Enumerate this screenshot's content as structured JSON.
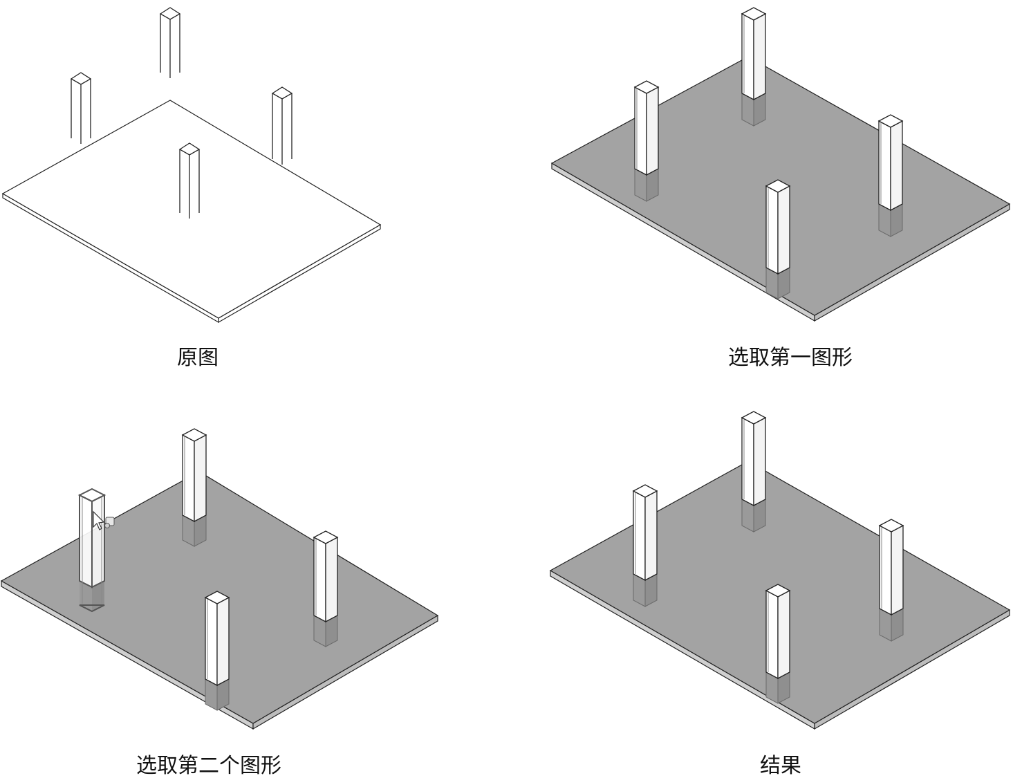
{
  "panels": [
    {
      "caption": "原图"
    },
    {
      "caption": "选取第一图形"
    },
    {
      "caption": "选取第二个图形"
    },
    {
      "caption": "结果"
    }
  ],
  "colors": {
    "slab_fill": "#a3a3a3",
    "slab_edge": "#cfcfcf",
    "line": "#222222",
    "column_face": "#ffffff",
    "column_side": "#f4f4f4",
    "highlight": "#555555"
  }
}
